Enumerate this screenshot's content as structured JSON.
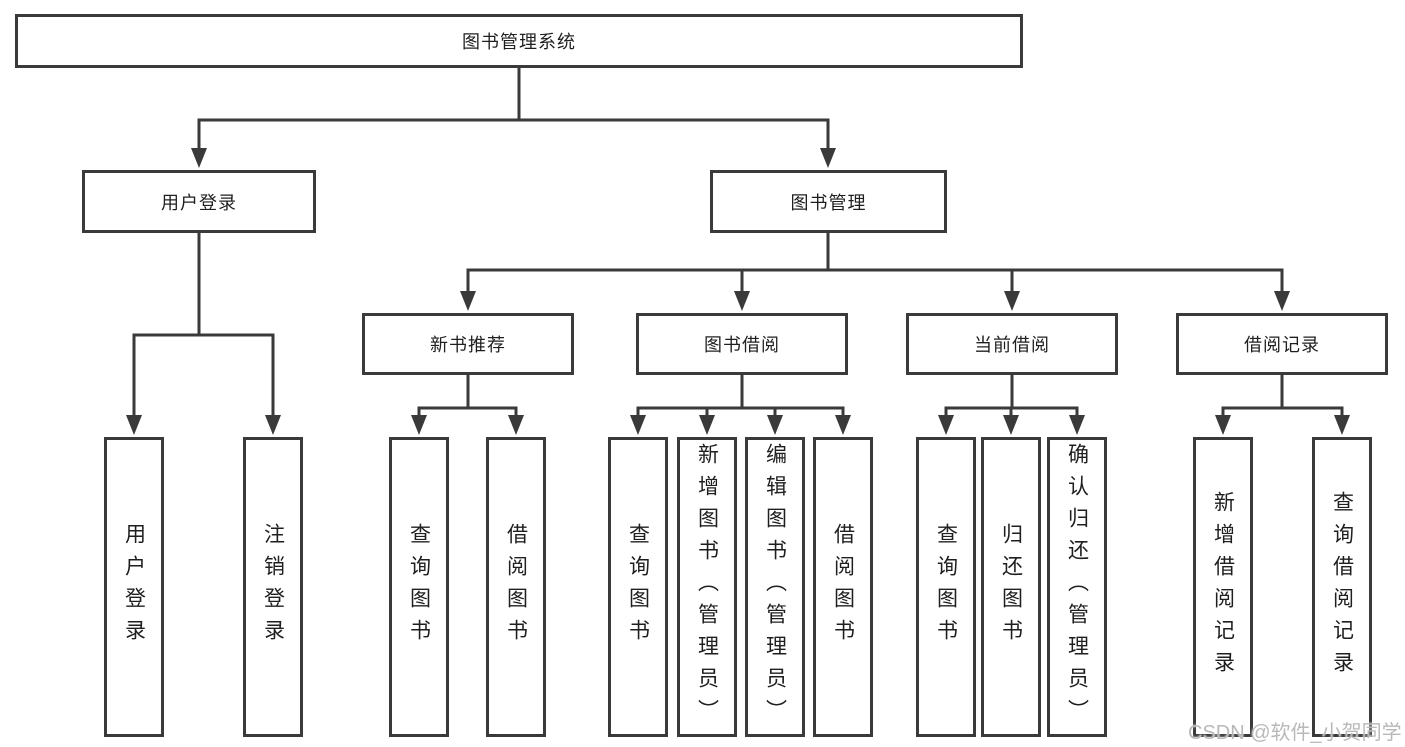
{
  "diagram": {
    "title": "图书管理系统",
    "tree": {
      "label": "图书管理系统",
      "children": [
        {
          "label": "用户登录",
          "children": [
            {
              "label": "用户登录"
            },
            {
              "label": "注销登录"
            }
          ]
        },
        {
          "label": "图书管理",
          "children": [
            {
              "label": "新书推荐",
              "children": [
                {
                  "label": "查询图书"
                },
                {
                  "label": "借阅图书"
                }
              ]
            },
            {
              "label": "图书借阅",
              "children": [
                {
                  "label": "查询图书"
                },
                {
                  "label": "新增图书（管理员）"
                },
                {
                  "label": "编辑图书（管理员）"
                },
                {
                  "label": "借阅图书"
                }
              ]
            },
            {
              "label": "当前借阅",
              "children": [
                {
                  "label": "查询图书"
                },
                {
                  "label": "归还图书"
                },
                {
                  "label": "确认归还（管理员）"
                }
              ]
            },
            {
              "label": "借阅记录",
              "children": [
                {
                  "label": "新增借阅记录"
                },
                {
                  "label": "查询借阅记录"
                }
              ]
            }
          ]
        }
      ]
    },
    "colors": {
      "line": "#3a3a3a",
      "text": "#1f1f1f",
      "background": "#ffffff",
      "watermark": "#b9b9b9"
    }
  },
  "watermark": {
    "text": "CSDN @软件_小贺同学"
  }
}
